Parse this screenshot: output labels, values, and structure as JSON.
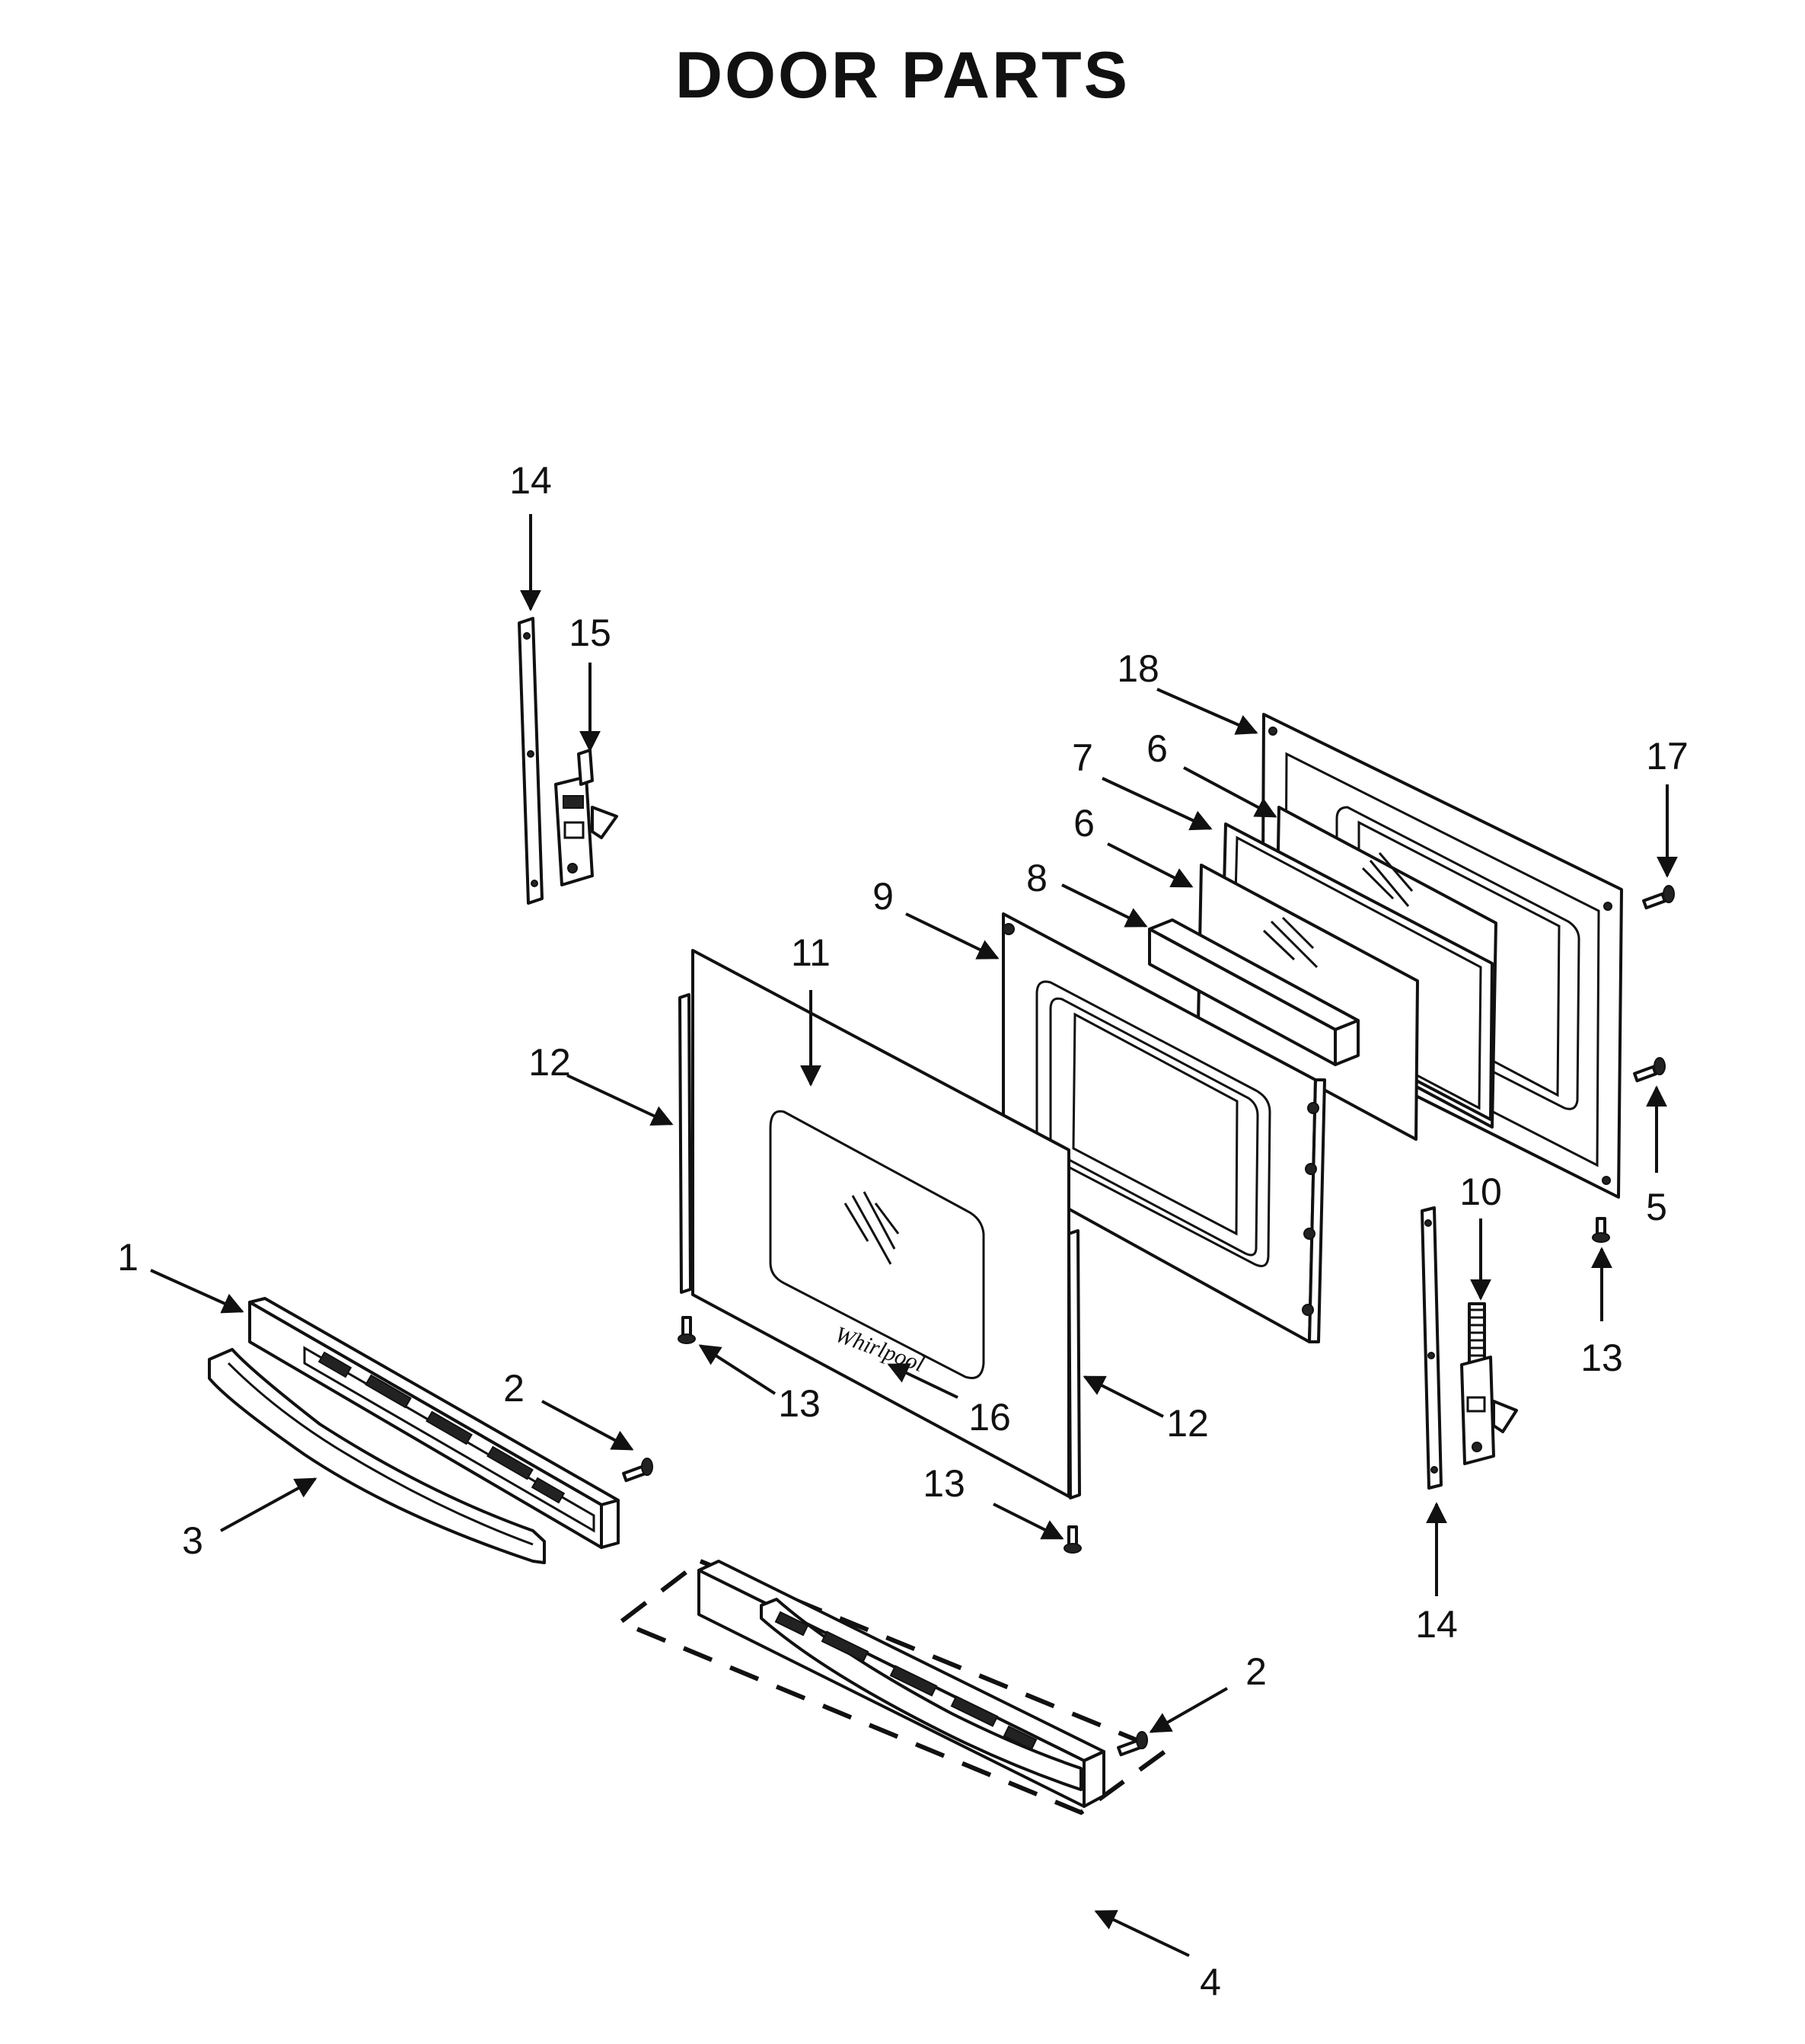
{
  "title": "DOOR PARTS",
  "callouts": {
    "c14_top": "14",
    "c15": "15",
    "c18": "18",
    "c7": "7",
    "c6_a": "6",
    "c6_b": "6",
    "c17": "17",
    "c8": "8",
    "c9": "9",
    "c11": "11",
    "c12_left": "12",
    "c10": "10",
    "c5": "5",
    "c1": "1",
    "c2_top": "2",
    "c13_left": "13",
    "c16": "16",
    "c12_right": "12",
    "c13_center": "13",
    "c13_right": "13",
    "c3": "3",
    "c14_bottom": "14",
    "c2_bottom": "2",
    "c4": "4"
  },
  "logo_text": "Whirlpool"
}
